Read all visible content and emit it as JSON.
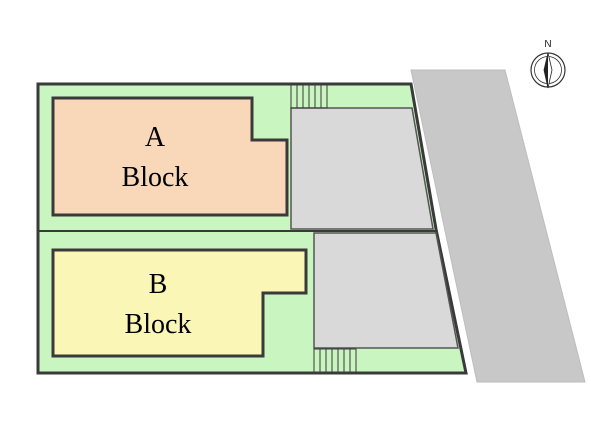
{
  "compass": {
    "north_label": "N",
    "icon": "compass-icon"
  },
  "blocks": [
    {
      "id": "a",
      "line1": "A",
      "line2": "Block"
    },
    {
      "id": "b",
      "line1": "B",
      "line2": "Block"
    }
  ],
  "colors": {
    "lot_green": "#c8f5c0",
    "block_a": "#f9d7b9",
    "block_b": "#faf7b6",
    "parking": "#d9d9d9",
    "road": "#c8c8c8",
    "outline": "#3a3a3a"
  }
}
